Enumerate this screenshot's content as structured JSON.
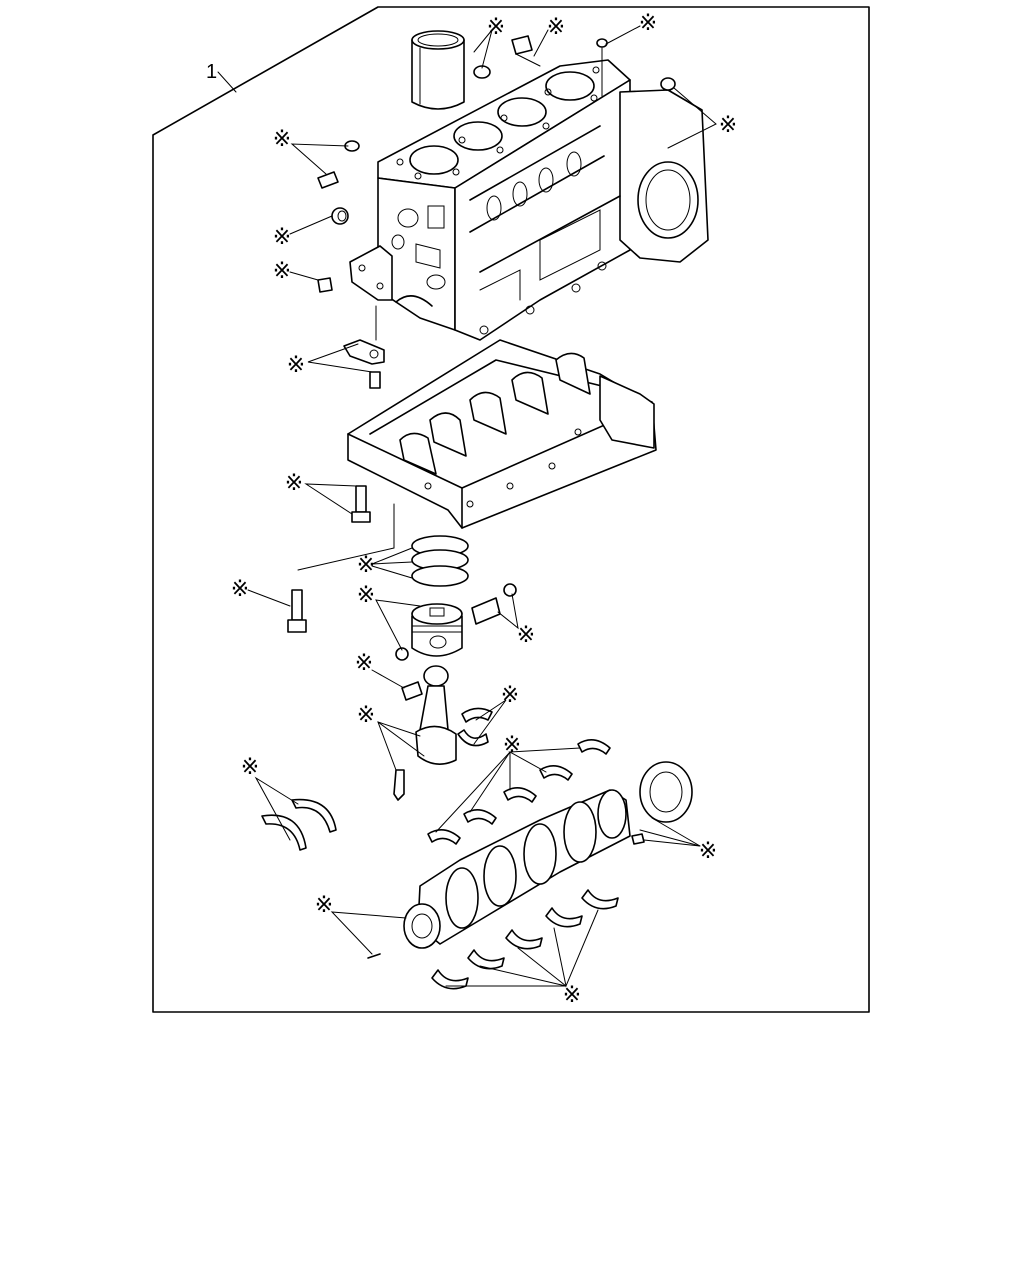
{
  "diagram": {
    "assembly_callout": "1",
    "part_marker_glyph": "※",
    "part_markers": [
      {
        "id": "liner-seal"
      },
      {
        "id": "oil-plug"
      },
      {
        "id": "pin-top"
      },
      {
        "id": "rear-plug"
      },
      {
        "id": "dowel-upper"
      },
      {
        "id": "cup-plug"
      },
      {
        "id": "plug-lower"
      },
      {
        "id": "oil-jet"
      },
      {
        "id": "bedplate-bolt"
      },
      {
        "id": "long-bolt"
      },
      {
        "id": "piston-rings"
      },
      {
        "id": "piston-snap-ring"
      },
      {
        "id": "piston-pin"
      },
      {
        "id": "small-end-bush"
      },
      {
        "id": "rod-bearing"
      },
      {
        "id": "rod-bolt"
      },
      {
        "id": "thrust-washers"
      },
      {
        "id": "upper-main-bearings"
      },
      {
        "id": "crank-gear-key"
      },
      {
        "id": "crank-dowel"
      },
      {
        "id": "lower-main-bearings"
      }
    ]
  }
}
